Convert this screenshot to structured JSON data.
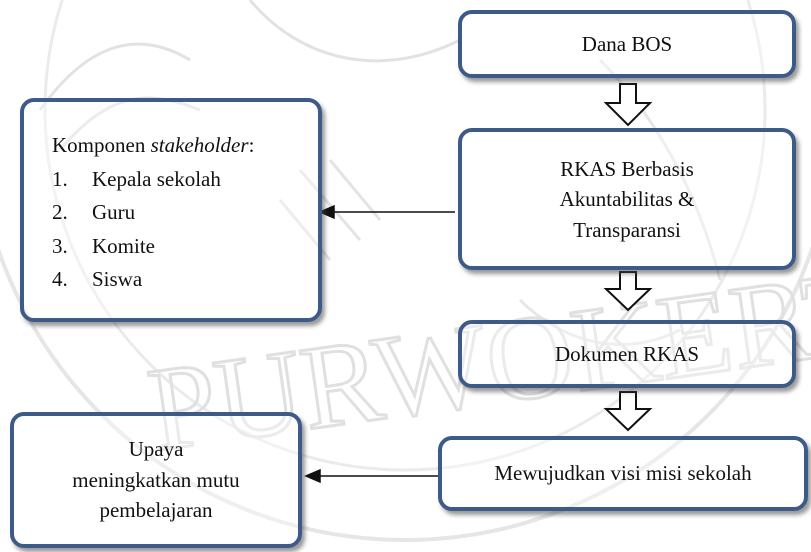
{
  "flow": {
    "dana_bos": "Dana BOS",
    "rkas_berbasis": {
      "line1": "RKAS Berbasis",
      "line2": "Akuntabilitas &",
      "line3": "Transparansi"
    },
    "dokumen_rkas": "Dokumen RKAS",
    "mewujudkan": "Mewujudkan visi misi sekolah"
  },
  "stakeholder": {
    "heading_prefix": "Komponen ",
    "heading_italic": "stakeholder",
    "heading_suffix": ":",
    "items": [
      {
        "num": "1.",
        "label": "Kepala sekolah"
      },
      {
        "num": "2.",
        "label": "Guru"
      },
      {
        "num": "3.",
        "label": "Komite"
      },
      {
        "num": "4.",
        "label": "Siswa"
      }
    ]
  },
  "upaya": {
    "line1": "Upaya",
    "line2": "meningkatkan mutu",
    "line3": "pembelajaran"
  },
  "watermark": {
    "text": "PURWOKERTO",
    "colors": {
      "stroke": "#d9d9d9"
    }
  },
  "colors": {
    "box_border": "#3d5a88",
    "arrow": "#111111",
    "text": "#111111"
  }
}
